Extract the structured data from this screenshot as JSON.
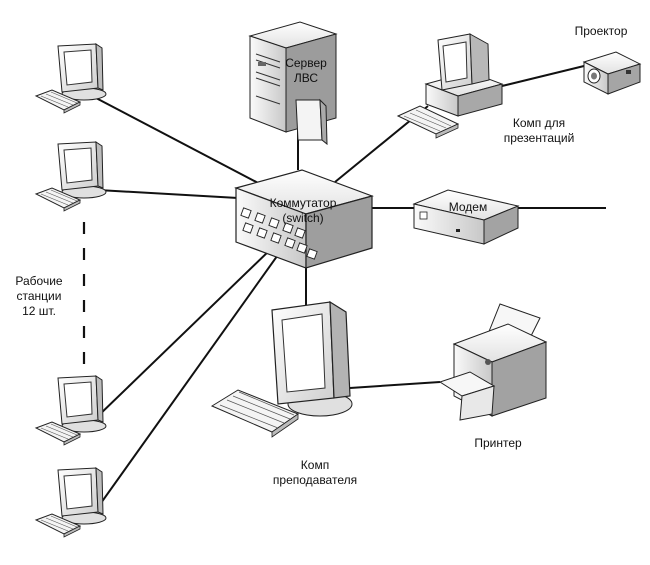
{
  "labels": {
    "server": [
      "Сервер",
      "ЛВС"
    ],
    "switch": [
      "Коммутатор",
      "(switch)"
    ],
    "projector": "Проектор",
    "presentation_pc": [
      "Комп для",
      "презентаций"
    ],
    "modem": "Модем",
    "workstations": [
      "Рабочие",
      "станции",
      "12 шт."
    ],
    "printer": "Принтер",
    "teacher_pc": [
      "Комп",
      "преподавателя"
    ]
  },
  "colors": {
    "line": "#111111",
    "device_fill": "#f2f2f2",
    "device_shade": "#d4d4d4",
    "device_dark": "#9a9a9a",
    "stroke": "#222222"
  }
}
